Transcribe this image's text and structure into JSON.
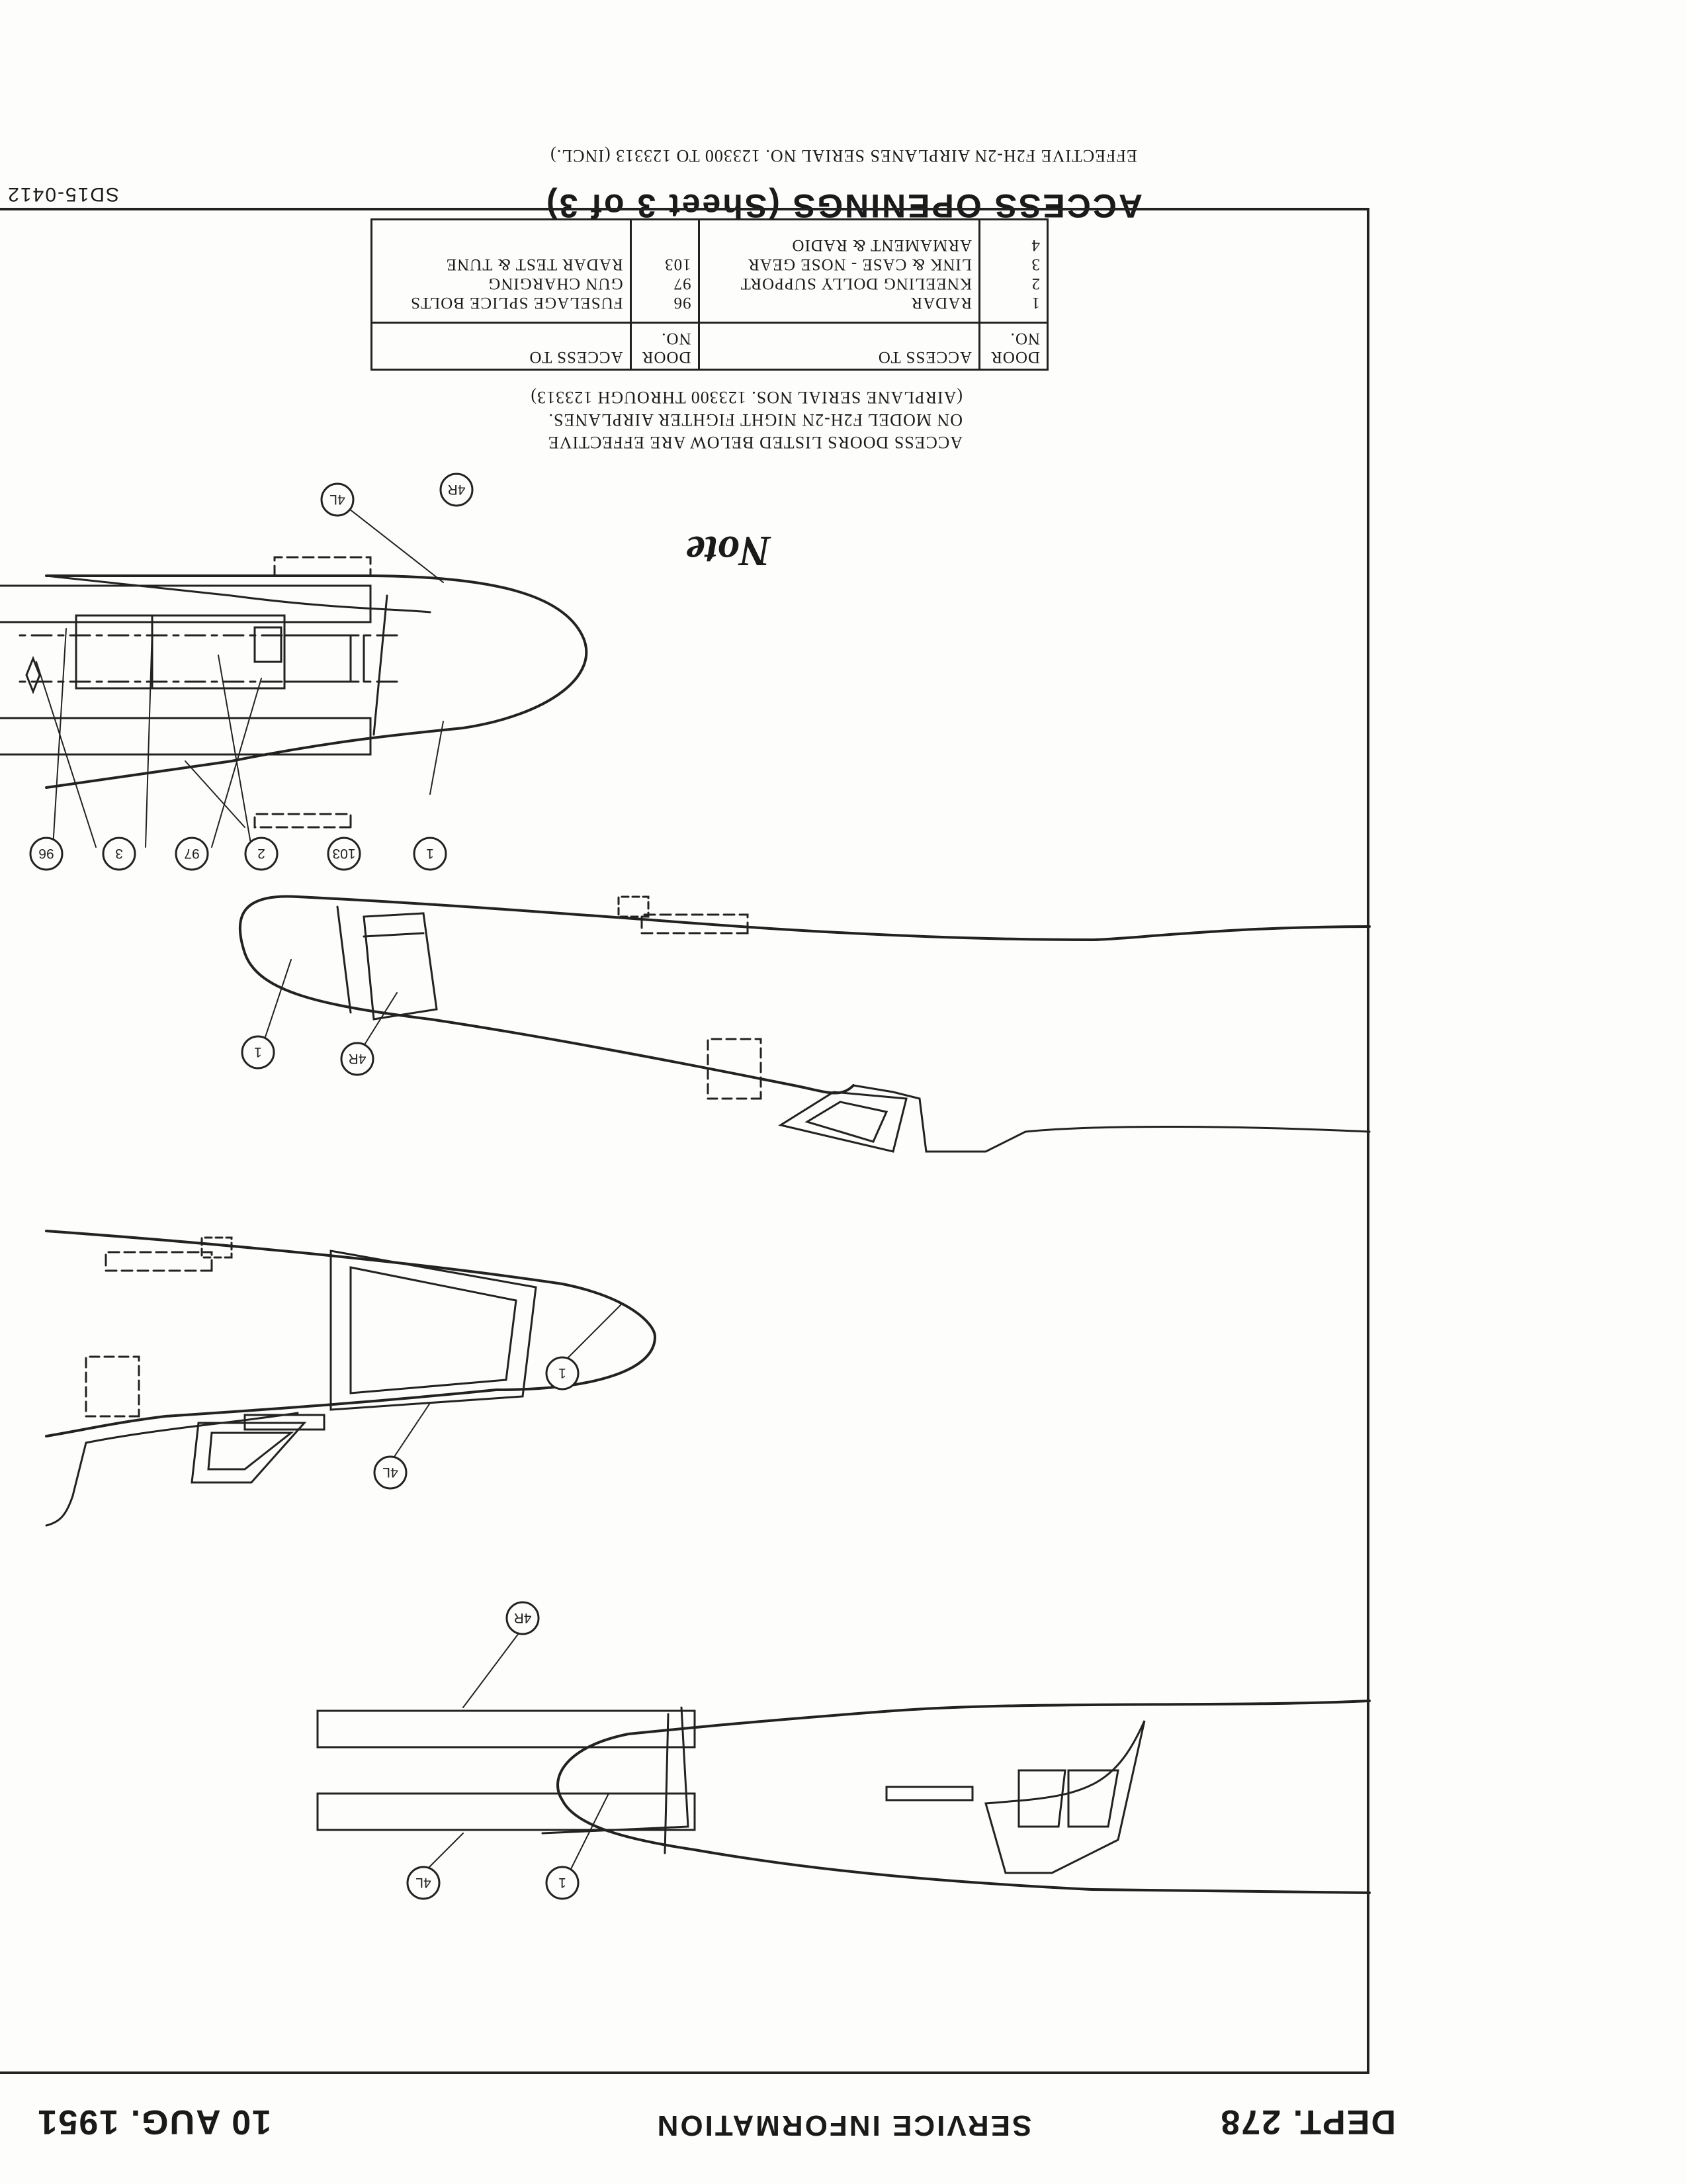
{
  "header": {
    "title": "ACCESS OPENINGS (Sheet 3 of 3)",
    "effectivity": "EFFECTIVE F2H-2N AIRPLANES SERIAL NO. 123300 TO 123313 (INCL.)"
  },
  "drawing_number": "SD15-0412",
  "note": {
    "word": "Note",
    "lines": [
      "ACCESS DOORS LISTED BELOW ARE EFFECTIVE",
      "ON MODEL F2H-2N NIGHT FIGHTER AIRPLANES.",
      "(AIRPLANE SERIAL NOS. 123300 THROUGH 123313)"
    ]
  },
  "door_table": {
    "headers": {
      "door_no": "DOOR NO.",
      "access_to": "ACCESS TO"
    },
    "left": [
      {
        "no": "1",
        "access": "RADAR"
      },
      {
        "no": "2",
        "access": "KNEELING DOLLY SUPPORT"
      },
      {
        "no": "3",
        "access": "LINK & CASE - NOSE GEAR"
      },
      {
        "no": "4",
        "access": "ARMAMENT & RADIO"
      }
    ],
    "right": [
      {
        "no": "96",
        "access": "FUSELAGE SPLICE BOLTS"
      },
      {
        "no": "97",
        "access": "GUN CHARGING"
      },
      {
        "no": "103",
        "access": "RADAR TEST & TUNE"
      }
    ]
  },
  "callouts": {
    "bottom_view": [
      "1",
      "103",
      "2",
      "97",
      "3",
      "96",
      "4L",
      "4R"
    ],
    "right_side_view": [
      "1",
      "4R"
    ],
    "left_side_view": [
      "1",
      "4L"
    ],
    "top_view": [
      "1",
      "4L",
      "4R"
    ]
  },
  "footer": {
    "department": "DEPT. 278",
    "section": "SERVICE INFORMATION",
    "date": "10 AUG. 1951"
  }
}
